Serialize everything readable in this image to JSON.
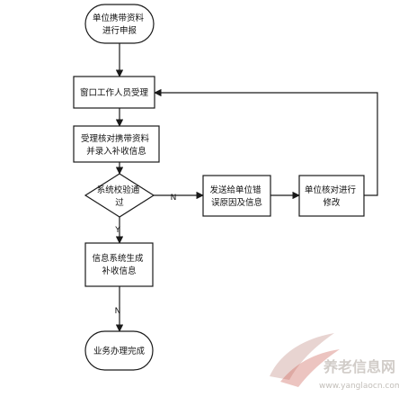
{
  "nodes": {
    "start": [
      "单位携带资料",
      "进行申报"
    ],
    "window_receive": [
      "窗口工作人员受理"
    ],
    "verify_enter": [
      "受理核对携带资料",
      "并录入补收信息"
    ],
    "system_check": [
      "系统校验通",
      "过"
    ],
    "send_error": [
      "发送给单位错",
      "误原因及信息"
    ],
    "unit_correct": [
      "单位核对进行",
      "修改"
    ],
    "generate_info": [
      "信息系统生成",
      "补收信息"
    ],
    "end": [
      "业务办理完成"
    ]
  },
  "edge_labels": {
    "no_branch": "N",
    "yes_branch": "Y",
    "to_end": "N"
  },
  "watermark": {
    "site_name": "养老信息网",
    "url": "www.yanglaocn.com"
  },
  "colors": {
    "stroke": "#1a1a1a",
    "watermark_red": "#c0392b",
    "watermark_gray": "#c9c4bf"
  }
}
